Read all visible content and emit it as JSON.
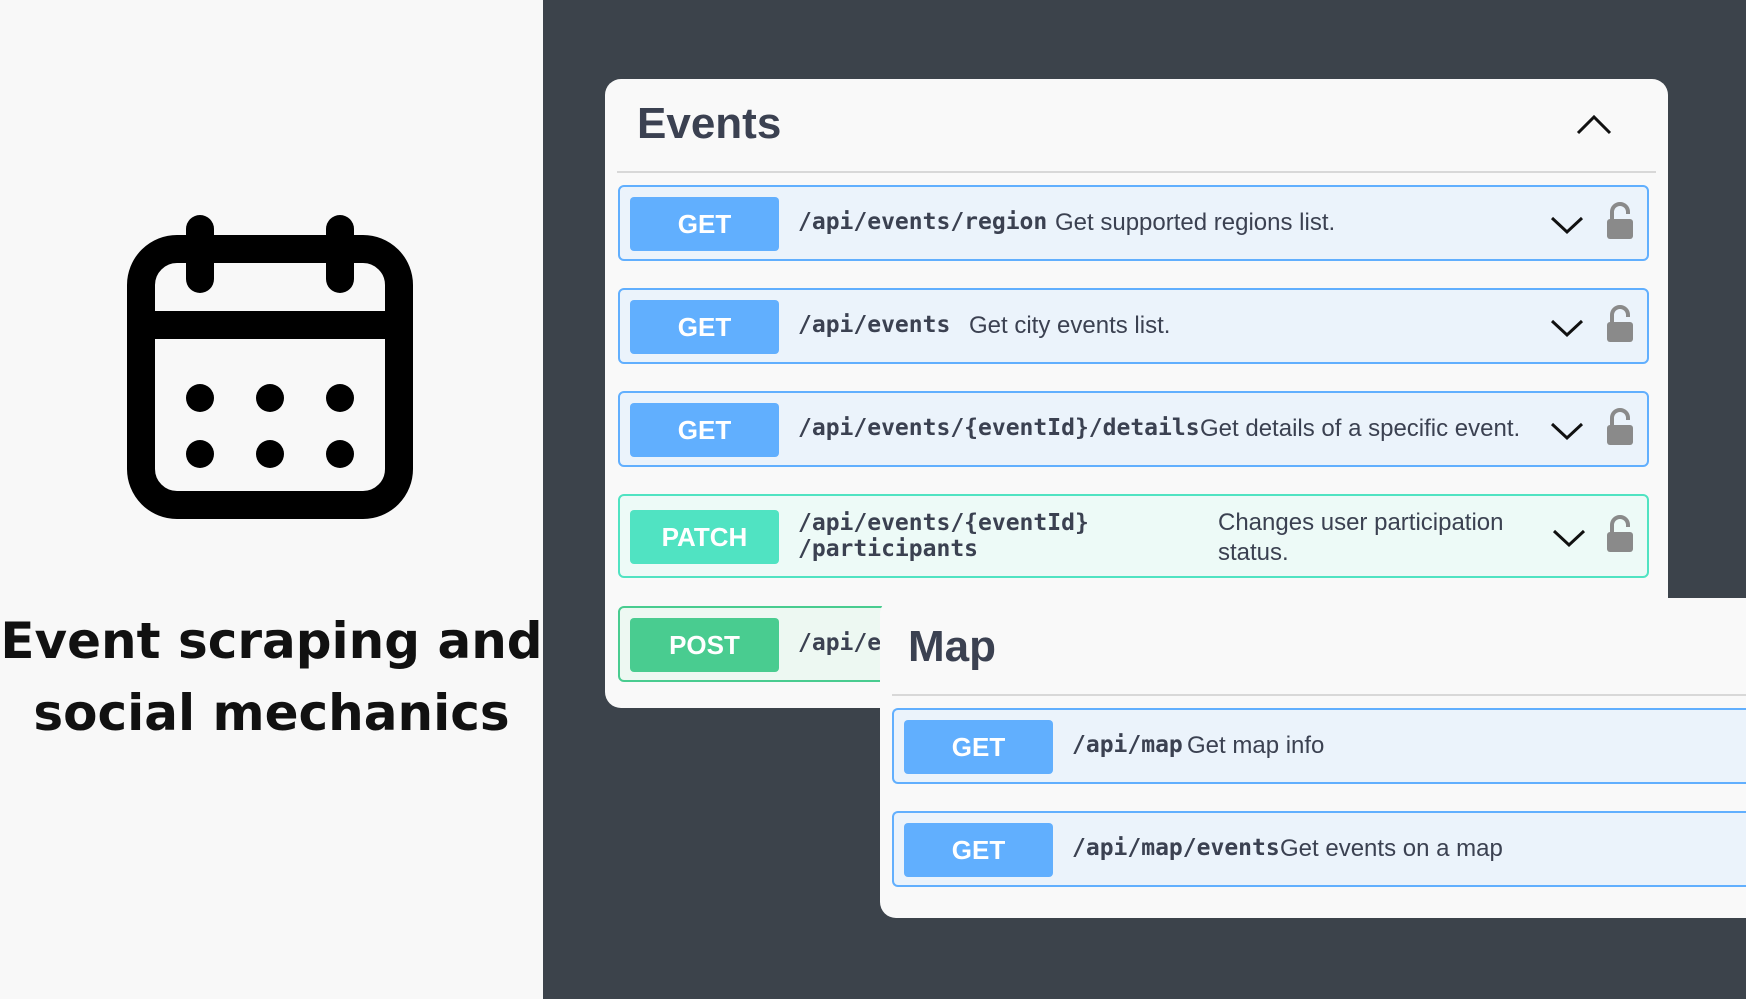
{
  "left": {
    "title_line1": "Event scraping and",
    "title_line2": "social mechanics",
    "icon": "calendar-icon"
  },
  "events": {
    "title": "Events",
    "operations": [
      {
        "method": "GET",
        "path": "/api/events/region",
        "summary": "Get supported regions list."
      },
      {
        "method": "GET",
        "path": "/api/events",
        "summary": "Get city events list."
      },
      {
        "method": "GET",
        "path": "/api/events/{eventId}/details",
        "summary": "Get details of a specific event."
      },
      {
        "method": "PATCH",
        "path": "/api/events/{eventId}\n/participants",
        "summary": "Changes user participation status."
      },
      {
        "method": "POST",
        "path": "/api/e",
        "summary": ""
      }
    ]
  },
  "map": {
    "title": "Map",
    "operations": [
      {
        "method": "GET",
        "path": "/api/map",
        "summary": "Get map info"
      },
      {
        "method": "GET",
        "path": "/api/map/events",
        "summary": "Get events on a map"
      }
    ]
  },
  "colors": {
    "get": "#61affe",
    "patch": "#50e3c2",
    "post": "#49cc90",
    "background": "#3c434b"
  }
}
